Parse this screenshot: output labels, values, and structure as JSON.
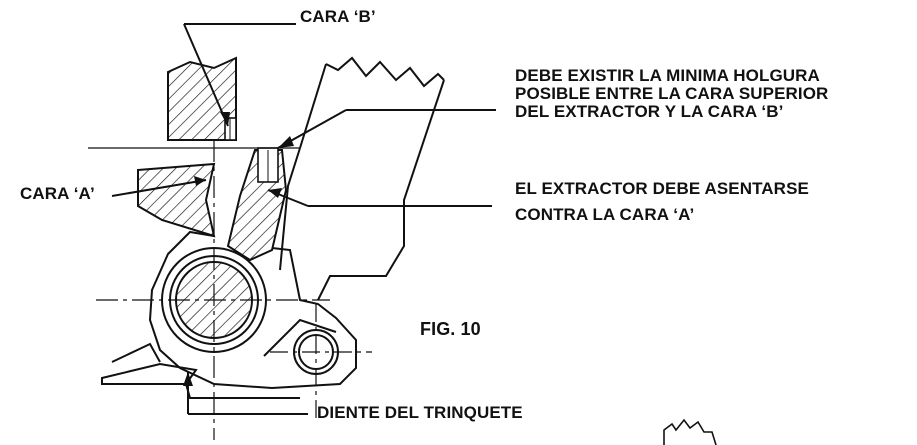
{
  "labels": {
    "cara_b": "CARA ‘B’",
    "holgura": [
      "DEBE EXISTIR LA MINIMA HOLGURA",
      "POSIBLE ENTRE LA CARA SUPERIOR",
      "DEL EXTRACTOR Y LA CARA ‘B’"
    ],
    "cara_a": "CARA ‘A’",
    "asentarse": [
      "EL EXTRACTOR DEBE ASENTARSE",
      "CONTRA LA CARA ‘A’"
    ],
    "fig": "FIG. 10",
    "diente": "DIENTE DEL TRINQUETE"
  },
  "colors": {
    "ink": "#111111",
    "background": "#ffffff"
  }
}
